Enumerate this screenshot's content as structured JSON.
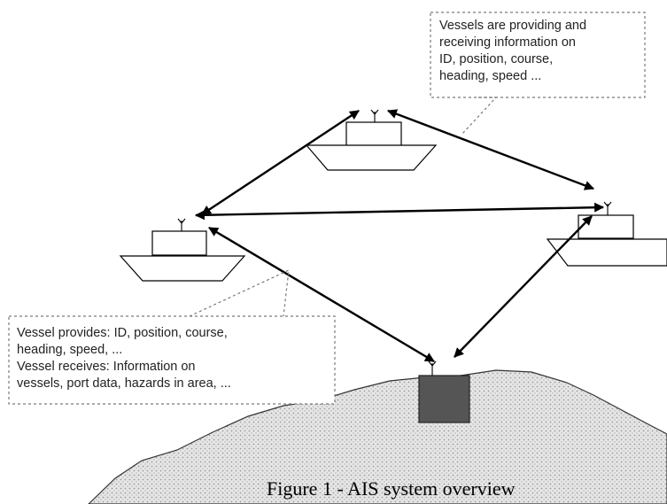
{
  "callouts": {
    "vessel_network": {
      "lines": [
        "Vessels are providing and",
        "receiving information on",
        "ID, position, course,",
        "heading, speed ..."
      ]
    },
    "vessel_info": {
      "lines": [
        "Vessel provides: ID, position, course,",
        "heading, speed, ...",
        "Vessel receives: Information on",
        "vessels, port data, hazards in area, ..."
      ]
    }
  },
  "caption": "Figure 1 - AIS system overview",
  "colors": {
    "line": "#000000",
    "vessel_fill": "#ffffff",
    "base_station_fill": "#555555",
    "land_fill": "#d4d4d4",
    "callout_border": "#7a7a7a"
  },
  "icons": [
    "antenna-icon",
    "arrowhead-icon"
  ]
}
